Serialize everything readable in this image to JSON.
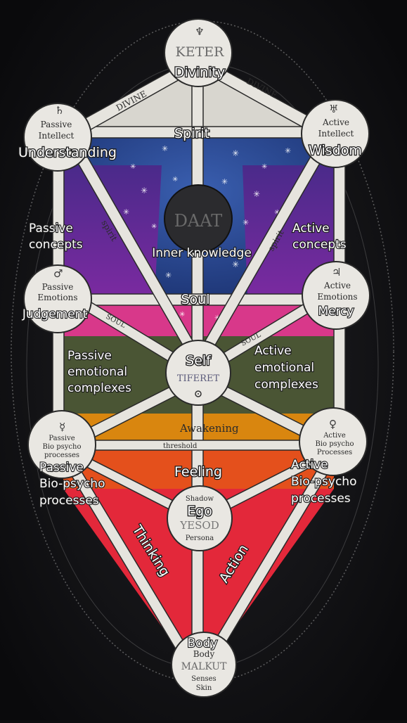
{
  "diagram": {
    "spheres": {
      "keter": {
        "symbol": "♆",
        "name": "KETER",
        "label": "Divinity"
      },
      "binah": {
        "symbol": "♄",
        "line1": "Passive",
        "line2": "Intellect",
        "label": "Understanding"
      },
      "chokmah": {
        "symbol": "♅",
        "line1": "Active",
        "line2": "Intellect",
        "label": "Wisdom"
      },
      "daat": {
        "name": "DAAT",
        "label": "Inner knowledge"
      },
      "gevurah": {
        "symbol": "♂",
        "line1": "Passive",
        "line2": "Emotions",
        "label": "Judgement"
      },
      "chesed": {
        "symbol": "♃",
        "line1": "Active",
        "line2": "Emotions",
        "label": "Mercy"
      },
      "tiferet": {
        "name": "TIFERET",
        "label": "Self"
      },
      "hod": {
        "symbol": "☿",
        "line1": "Passive",
        "line2": "Bio psycho",
        "line3": "processes",
        "label1": "Passive",
        "label2": "Bio-psycho",
        "label3": "processes"
      },
      "netzach": {
        "symbol": "♀",
        "line1": "Active",
        "line2": "Bio psycho",
        "line3": "Processes",
        "label1": "Active",
        "label2": "Bio-psycho",
        "label3": "processes"
      },
      "yesod": {
        "top": "Shadow",
        "name": "YESOD",
        "bottom": "Persona",
        "label": "Ego"
      },
      "malkut": {
        "top": "Body",
        "name": "MALKUT",
        "line1": "Senses",
        "line2": "Skin",
        "label": "Body"
      }
    },
    "paths": {
      "divine_left": "DIVINE",
      "divine_right": "DIVINE",
      "spirit_left": "spirit",
      "spirit_right": "spirit",
      "soul_left": "SOUL",
      "soul_right": "SOUL",
      "threshold": "threshold"
    },
    "regions": {
      "spirit": "Spirit",
      "soul": "Soul",
      "passive_concepts_1": "Passive",
      "passive_concepts_2": "concepts",
      "active_concepts_1": "Active",
      "active_concepts_2": "concepts",
      "passive_emotional_1": "Passive",
      "passive_emotional_2": "emotional",
      "passive_emotional_3": "complexes",
      "active_emotional_1": "Active",
      "active_emotional_2": "emotional",
      "active_emotional_3": "complexes",
      "awakening": "Awakening",
      "feeling": "Feeling",
      "thinking": "Thinking",
      "action": "Action"
    },
    "colors": {
      "background": "#141416",
      "keter_band": "#d8d6cf",
      "blue_band": "#2f4f9c",
      "purple_band": "#5b2a8c",
      "magenta_band": "#d8388a",
      "olive_band": "#4a5534",
      "amber_band": "#d9860f",
      "orange_band": "#e4501c",
      "red_band": "#e3283a",
      "sphere": "#e9e7e2"
    }
  }
}
